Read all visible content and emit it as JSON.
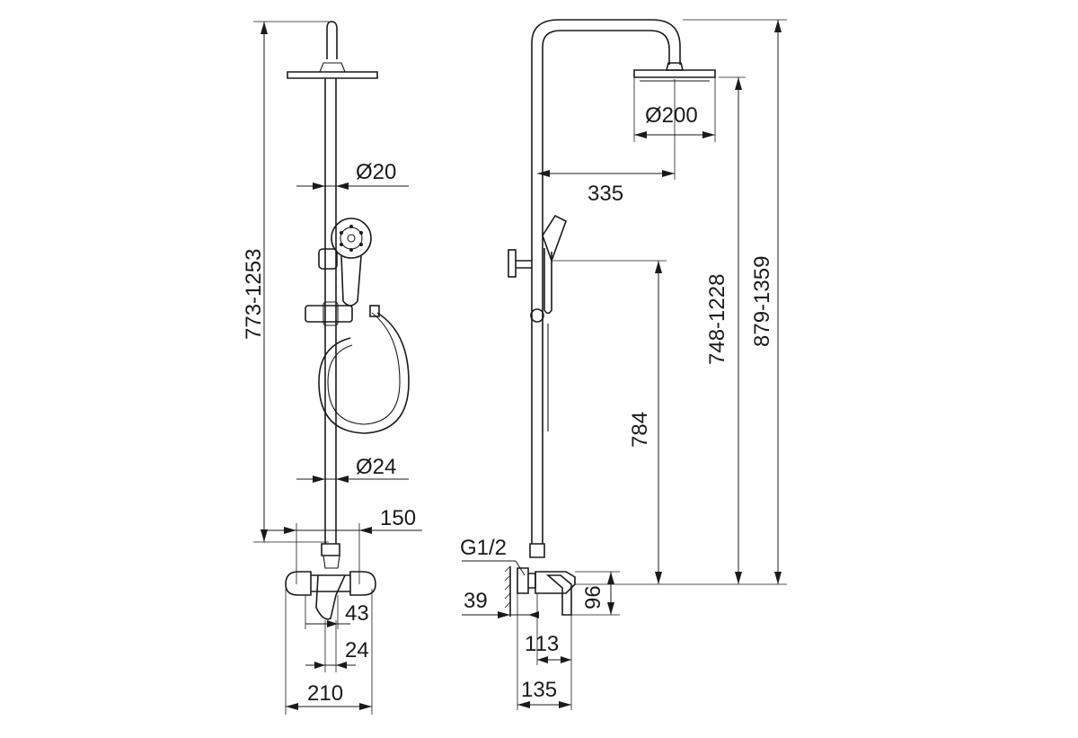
{
  "dimensions": {
    "front_height": "773-1253",
    "rod_diameter_upper": "Ø20",
    "rod_diameter_lower": "Ø24",
    "front_spacing": "150",
    "front_43": "43",
    "front_24": "24",
    "front_width": "210",
    "side_headshower_diameter": "Ø200",
    "side_arm_reach": "335",
    "side_holder_height": "784",
    "side_height_mid": "748-1228",
    "side_height_total": "879-1359",
    "side_thread": "G1/2",
    "side_39": "39",
    "side_96": "96",
    "side_113": "113",
    "side_135": "135"
  }
}
